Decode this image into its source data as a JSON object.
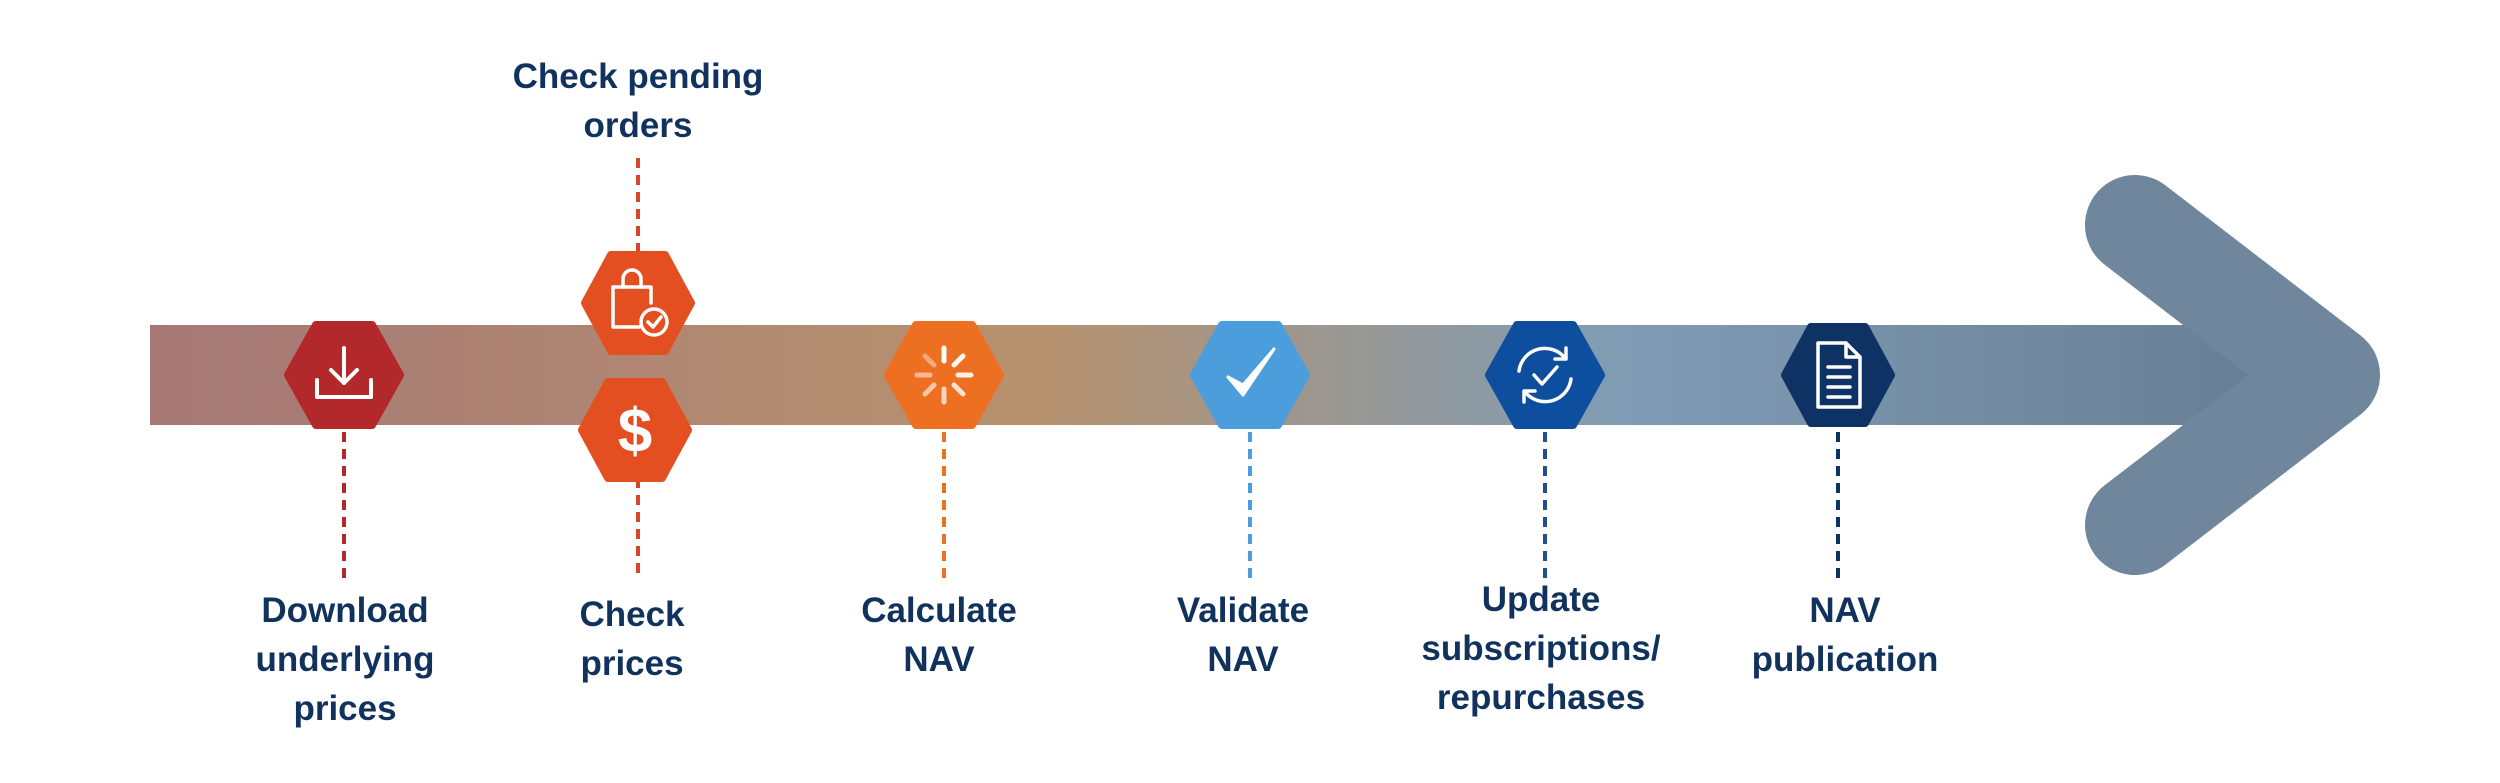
{
  "title": "NAV calculation process",
  "colors": {
    "text": "#12325e",
    "bar_start": "#a57876",
    "bar_mid": "#b8926e",
    "bar_blue": "#7f9cb4",
    "bar_end": "#697f96"
  },
  "steps": [
    {
      "id": "download",
      "label": "Download\nunderlying\nprices",
      "icon": "download-icon",
      "color": "#b3282a",
      "line_color": "#b3282a"
    },
    {
      "id": "check-pending-orders",
      "label": "Check pending\norders",
      "icon": "shopping-bag-check-icon",
      "color": "#e34f21",
      "line_color": "#d9452a"
    },
    {
      "id": "check-prices",
      "label": "Check\nprices",
      "icon": "dollar-icon",
      "color": "#e34f21",
      "line_color": "#d9452a"
    },
    {
      "id": "calculate",
      "label": "Calculate\nNAV",
      "icon": "loading-spinner-icon",
      "color": "#ed6f22",
      "line_color": "#ed6f22"
    },
    {
      "id": "validate",
      "label": "Validate\nNAV",
      "icon": "checkmark-icon",
      "color": "#4b9edb",
      "line_color": "#4b9edb"
    },
    {
      "id": "update",
      "label": "Update\nsubscriptions/\nrepurchases",
      "icon": "refresh-check-icon",
      "color": "#0e4e9e",
      "line_color": "#1e4f8e"
    },
    {
      "id": "publication",
      "label": "NAV\npublication",
      "icon": "document-icon",
      "color": "#0d3263",
      "line_color": "#0d3263"
    }
  ]
}
